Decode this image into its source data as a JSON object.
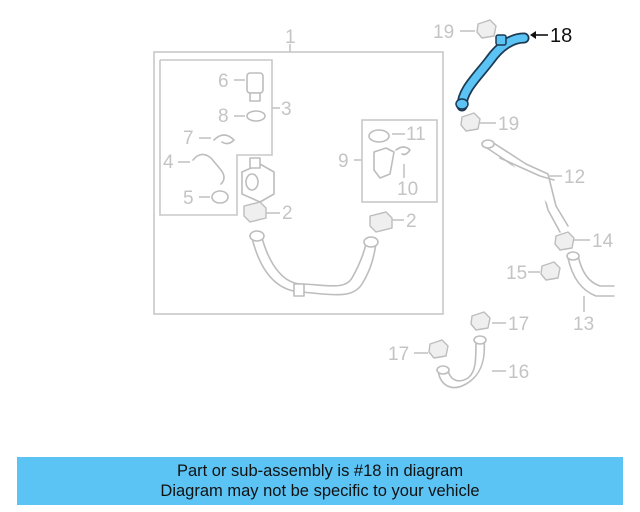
{
  "callouts": {
    "c1": "1",
    "c2a": "2",
    "c2b": "2",
    "c3": "3",
    "c4": "4",
    "c5": "5",
    "c6": "6",
    "c7": "7",
    "c8": "8",
    "c9": "9",
    "c10": "10",
    "c11": "11",
    "c12": "12",
    "c13": "13",
    "c14": "14",
    "c15": "15",
    "c16": "16",
    "c17a": "17",
    "c17b": "17",
    "c18": "18",
    "c19a": "19",
    "c19b": "19"
  },
  "highlighted_part": "18",
  "colors": {
    "highlight": "#5bc4f5",
    "banner": "#5bc4f5",
    "line_art": "#c4c4c4"
  },
  "banner": {
    "line1": "Part or sub-assembly is #18 in diagram",
    "line2": "Diagram may not be specific to your vehicle"
  }
}
